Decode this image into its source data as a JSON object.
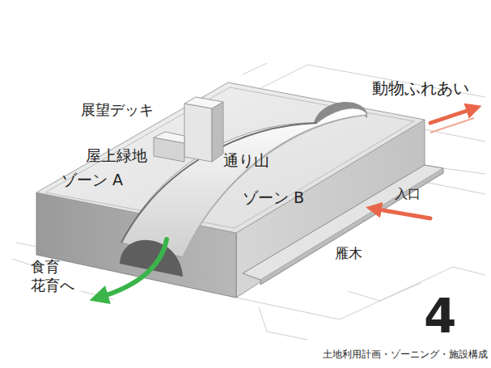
{
  "diagram": {
    "caption": "土地利用計画・ゾーニング・施設構成",
    "labels": [
      "展望デッキ",
      "動物ふれあい",
      "屋上緑地",
      "通り山",
      "ゾーン A",
      "ゾーン B",
      "入口",
      "雁木",
      "食育 花育へ",
      "4"
    ]
  }
}
